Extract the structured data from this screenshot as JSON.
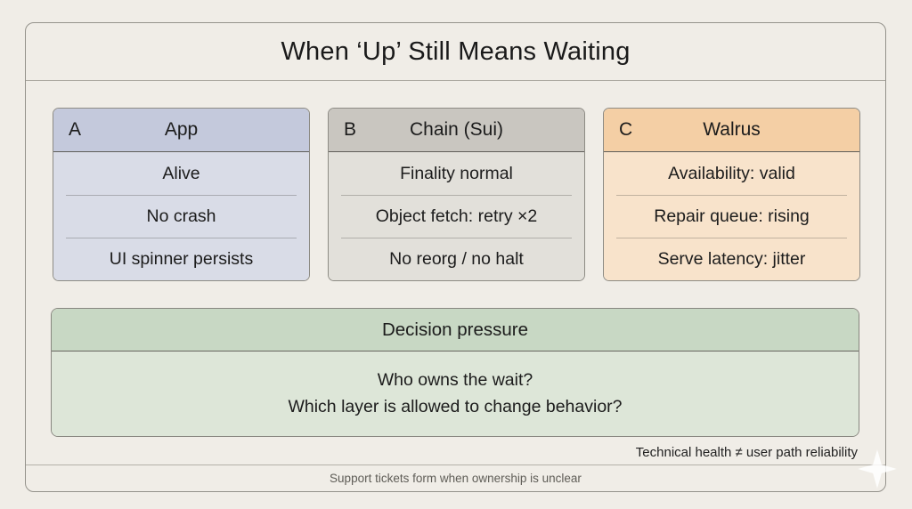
{
  "title": "When ‘Up’ Still Means Waiting",
  "cards": [
    {
      "letter": "A",
      "label": "App",
      "rows": [
        "Alive",
        "No crash",
        "UI spinner persists"
      ],
      "header_bg": "#c4c9dc",
      "body_bg": "#d9dce7"
    },
    {
      "letter": "B",
      "label": "Chain (Sui)",
      "rows": [
        "Finality normal",
        "Object fetch: retry ×2",
        "No reorg / no halt"
      ],
      "header_bg": "#c9c6c0",
      "body_bg": "#e2e0da"
    },
    {
      "letter": "C",
      "label": "Walrus",
      "rows": [
        "Availability: valid",
        "Repair queue: rising",
        "Serve latency: jitter"
      ],
      "header_bg": "#f4cfa5",
      "body_bg": "#f8e3cb"
    }
  ],
  "decision": {
    "title": "Decision pressure",
    "lines": [
      "Who owns the wait?",
      "Which layer is allowed to change behavior?"
    ],
    "header_bg": "#c8d8c4",
    "body_bg": "#dde6d8"
  },
  "note": "Technical health ≠ user path reliability",
  "footer": "Support tickets form when ownership is unclear",
  "icons": {
    "sparkle": "sparkle-icon"
  },
  "colors": {
    "background": "#f0ede7",
    "frame_border": "#94928b",
    "text": "#1c1c1c",
    "footer_text": "#5f5d57"
  }
}
